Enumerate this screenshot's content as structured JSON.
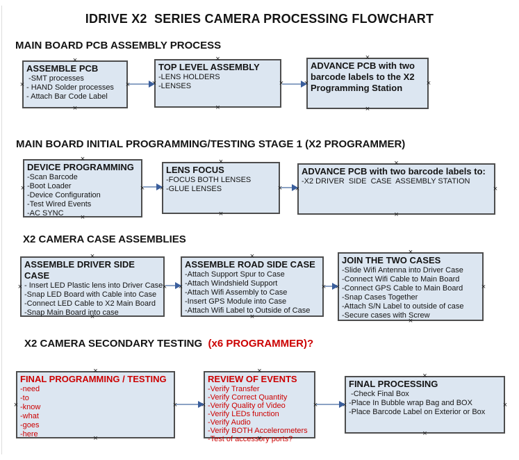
{
  "title": "IDRIVE X2  SERIES CAMERA PROCESSING FLOWCHART",
  "icons": {
    "connection_point": "×"
  },
  "colors": {
    "box_fill": "#dce6f1",
    "box_border": "#4d4d4d",
    "text_black": "#141414",
    "text_red": "#cc0000",
    "arrow_line": "#8ba2c4",
    "arrow_head": "#3a5e9c"
  },
  "sections": [
    {
      "heading": "MAIN BOARD PCB ASSEMBLY PROCESS",
      "boxes": [
        {
          "title": "ASSEMBLE PCB",
          "items": [
            " -SMT processes",
            "- HAND Solder processes",
            "- Attach Bar Code Label"
          ]
        },
        {
          "title": "TOP LEVEL ASSEMBLY",
          "items": [
            "-LENS HOLDERS",
            "-LENSES"
          ]
        },
        {
          "title": "ADVANCE PCB with two barcode labels to the X2 Programming Station",
          "items": []
        }
      ]
    },
    {
      "heading": "MAIN BOARD INITIAL PROGRAMMING/TESTING STAGE 1 (X2 PROGRAMMER)",
      "boxes": [
        {
          "title": "DEVICE PROGRAMMING",
          "items": [
            "-Scan Barcode",
            "-Boot Loader",
            "-Device Configuration",
            "-Test Wired Events",
            "-AC SYNC"
          ]
        },
        {
          "title": "LENS FOCUS",
          "items": [
            "-FOCUS BOTH LENSES",
            "-GLUE LENSES"
          ]
        },
        {
          "title": "ADVANCE PCB with two barcode labels to:",
          "items": [
            "-X2 DRIVER  SIDE  CASE  ASSEMBLY STATION"
          ]
        }
      ]
    },
    {
      "heading": "X2 CAMERA CASE ASSEMBLIES",
      "boxes": [
        {
          "title": "ASSEMBLE DRIVER SIDE CASE",
          "items": [
            "- Insert LED Plastic lens into Driver Case",
            "-Snap LED Board with Cable into Case",
            "-Connect LED Cable to X2 Main Board",
            "-Snap Main Board into case"
          ]
        },
        {
          "title": "ASSEMBLE ROAD SIDE CASE",
          "items": [
            "-Attach Support Spur to Case",
            "-Attach Windshield Support",
            "-Attach Wifi Assembly to Case",
            "-Insert GPS Module into Case",
            "-Attach Wifi Label to Outside of Case"
          ]
        },
        {
          "title": "JOIN THE TWO CASES",
          "items": [
            "-Slide Wifi Antenna into Driver Case",
            "-Connect Wifi Cable to Main Board",
            "-Connect GPS Cable to Main Board",
            "-Snap Cases Together",
            "-Attach S/N Label to outside of case",
            "-Secure cases with Screw"
          ]
        }
      ]
    },
    {
      "heading": "X2 CAMERA SECONDARY TESTING ",
      "heading_suffix": " (x6 PROGRAMMER)?",
      "boxes": [
        {
          "title": "FINAL PROGRAMMING / TESTING",
          "items": [
            "-need",
            "-to",
            "-know",
            "-what",
            "-goes",
            "-here"
          ]
        },
        {
          "title": "REVIEW OF EVENTS",
          "items": [
            "-Verify Transfer",
            "-Verify Correct Quantity",
            "-Verify Quality of Video",
            "-Verify LEDs function",
            "-Verify Audio",
            "-Verify BOTH Accelerometers",
            "-Test of accessory ports?"
          ]
        },
        {
          "title": "FINAL PROCESSING",
          "items": [
            " -Check Final Box",
            "-Place In Bubble wrap Bag and BOX",
            "-Place Barcode Label on Exterior or Box"
          ]
        }
      ]
    }
  ]
}
